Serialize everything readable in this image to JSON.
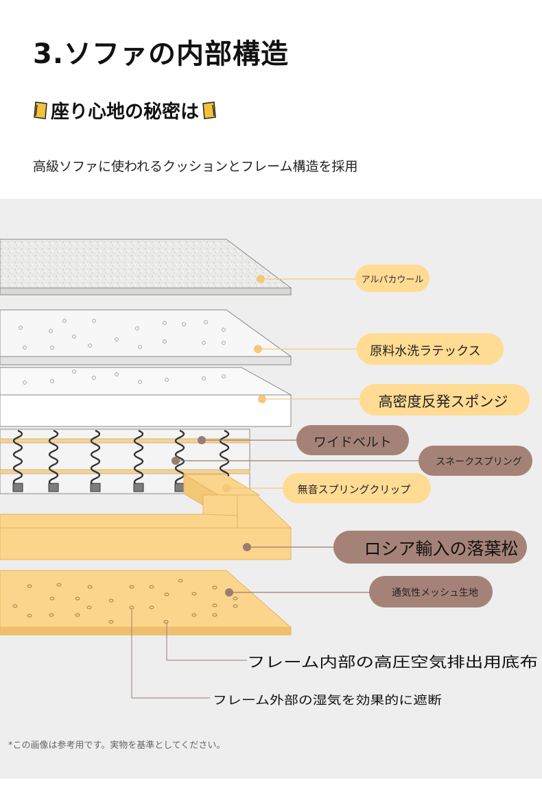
{
  "header": {
    "title": "3.ソファの内部構造",
    "subtitle": "座り心地の秘密は",
    "lead": "高級ソファに使われるクッションとフレーム構造を採用"
  },
  "layers": [
    {
      "id": "alpaca",
      "label": "アルパカウール"
    },
    {
      "id": "latex",
      "label": "原料水洗ラテックス"
    },
    {
      "id": "sponge",
      "label": "高密度反発スポンジ"
    },
    {
      "id": "belt",
      "label": "ワイドベルト"
    },
    {
      "id": "snake",
      "label": "スネークスプリング"
    },
    {
      "id": "clip",
      "label": "無音スプリングクリップ"
    },
    {
      "id": "pine",
      "label": "ロシア輸入の落葉松"
    },
    {
      "id": "mesh",
      "label": "通気性メッシュ生地"
    }
  ],
  "callouts": {
    "inner": "フレーム内部の高圧空気排出用底布",
    "outer": "フレーム外部の湿気を効果的に遮断"
  },
  "footnote": "*この画像は参考用です。実物を基準としてください。",
  "colors": {
    "pill_yellow": "#ffdb93",
    "pill_brown": "#a58277",
    "wood": "#fbd58b",
    "wood_edge": "#e6b460",
    "line_yellow": "#f7c77a",
    "line_brown": "#9b7b72",
    "panel_bg": "#eeeeee"
  }
}
